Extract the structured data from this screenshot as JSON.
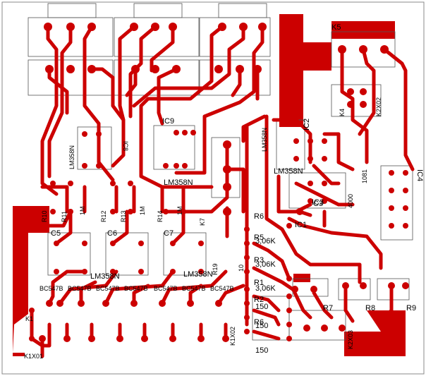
{
  "colors": {
    "copper": "#cc0000",
    "silkscreen": "#000000",
    "board": "#ffffff",
    "outline": "#888888"
  },
  "labels": [
    {
      "id": "k5",
      "text": "K5"
    },
    {
      "id": "k4",
      "text": "K4"
    },
    {
      "id": "k2x02",
      "text": "K2X02"
    },
    {
      "id": "ic9",
      "text": "IC9"
    },
    {
      "id": "ic8",
      "text": "IC8"
    },
    {
      "id": "ic2",
      "text": "IC2"
    },
    {
      "id": "ic3",
      "text": "IC3"
    },
    {
      "id": "ic1",
      "text": "IC1"
    },
    {
      "id": "ic4",
      "text": "IC4"
    },
    {
      "id": "lm358n_ic8",
      "text": "LM358N"
    },
    {
      "id": "lm358n_ic9",
      "text": "LM358N"
    },
    {
      "id": "lm358n_ic2",
      "text": "LM358N"
    },
    {
      "id": "lm358n_mid",
      "text": "LM358N"
    },
    {
      "id": "lm358n_bot",
      "text": "LM358N"
    },
    {
      "id": "lm358n_bot2",
      "text": "LM358N"
    },
    {
      "id": "r10",
      "text": "R10"
    },
    {
      "id": "r11",
      "text": "R11"
    },
    {
      "id": "r12",
      "text": "R12"
    },
    {
      "id": "r13",
      "text": "R13"
    },
    {
      "id": "r14",
      "text": "R14"
    },
    {
      "id": "r6",
      "text": "R6"
    },
    {
      "id": "r7",
      "text": "R7"
    },
    {
      "id": "r8",
      "text": "R8"
    },
    {
      "id": "r9",
      "text": "R9"
    },
    {
      "id": "r19",
      "text": "R19"
    },
    {
      "id": "c5",
      "text": "C5"
    },
    {
      "id": "c6",
      "text": "C6"
    },
    {
      "id": "c7",
      "text": "C7"
    },
    {
      "id": "c3",
      "text": "C3"
    },
    {
      "id": "r4000",
      "text": "4000"
    },
    {
      "id": "r1081",
      "text": "1081"
    },
    {
      "id": "v306k_1",
      "text": "3,06K"
    },
    {
      "id": "v306k_2",
      "text": "3,06K"
    },
    {
      "id": "v306k_3",
      "text": "3,06K"
    },
    {
      "id": "r150_1",
      "text": "150"
    },
    {
      "id": "r150_2",
      "text": "150"
    },
    {
      "id": "r150_3",
      "text": "150"
    },
    {
      "id": "v10",
      "text": "10"
    },
    {
      "id": "bc1",
      "text": "BC547B"
    },
    {
      "id": "bc2",
      "text": "BC547B"
    },
    {
      "id": "bc3",
      "text": "BC547B"
    },
    {
      "id": "bc4",
      "text": "BC547B"
    },
    {
      "id": "bc5",
      "text": "BC547B"
    },
    {
      "id": "bc6",
      "text": "BC547B"
    },
    {
      "id": "bc7",
      "text": "BC547B"
    },
    {
      "id": "k1x01",
      "text": "K1X01"
    },
    {
      "id": "k1x02",
      "text": "K1X02"
    },
    {
      "id": "k2x03",
      "text": "K2X03"
    },
    {
      "id": "v1m_1",
      "text": "1M"
    },
    {
      "id": "v1m_2",
      "text": "1M"
    },
    {
      "id": "v1m_3",
      "text": "1M"
    },
    {
      "id": "r5",
      "text": "R5"
    },
    {
      "id": "r3",
      "text": "R3"
    },
    {
      "id": "r1",
      "text": "R1"
    },
    {
      "id": "r2",
      "text": "R2"
    },
    {
      "id": "r6b",
      "text": "R6"
    },
    {
      "id": "k1",
      "text": "K1"
    },
    {
      "id": "k7",
      "text": "K7"
    }
  ]
}
